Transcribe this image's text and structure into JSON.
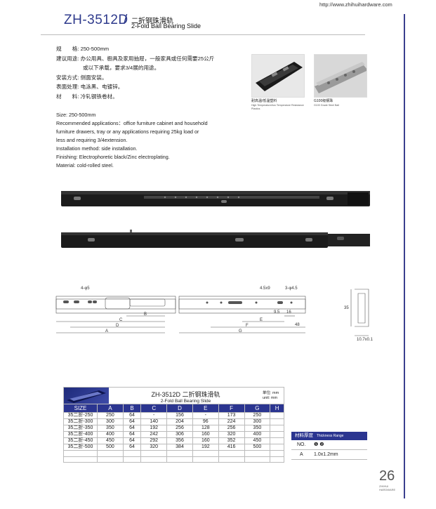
{
  "header": {
    "url": "http://www.zhihuihardware.com",
    "model": "ZH-3512D",
    "slash": "/",
    "title_cn": "二折钢珠滑轨",
    "title_en": "2-Fold Ball Bearing Slide"
  },
  "specs_cn": [
    "规　　格: 250-500mm",
    "建议用途: 办公用具、橱具及家用抽屉，一般家具或任何需要25公斤",
    "　　　　　或以下承载，要求3/4展的用途。",
    "安装方式: 侧面安装。",
    "表面处理: 电泳黑、电镀锌。",
    "材　　料: 冷轧钢铁卷材。"
  ],
  "specs_en": [
    "Size: 250-500mm",
    "Recommended applications：office furniture cabinet and household",
    "furniture drawers, tray or any applications requiring 25kg load or",
    "less and requiring 3/4extension.",
    "Installation method: side installation.",
    "Finishing: Electrophoretic black/Zinc electroplating.",
    "Material: cold-rolled steel."
  ],
  "photos": [
    {
      "caption_cn": "耐高温/低温塑料",
      "caption_en": "High Temperature/low Temperature Resistance Plastics"
    },
    {
      "caption_cn": "G100级钢珠",
      "caption_en": "G100 Grade Steel Ball"
    }
  ],
  "drawing": {
    "labels": {
      "holes_left": "4-φ5",
      "hole_a": "4.5x9",
      "hole_b": "3-φ4.5",
      "d95": "9.5",
      "d16": "16",
      "d48": "48",
      "d35": "35",
      "profile": "10.7x0.1",
      "A": "A",
      "B": "B",
      "C": "C",
      "D": "D",
      "E": "E",
      "F": "F",
      "G": "G"
    }
  },
  "table": {
    "title_cn": "ZH-3512D 二折钢珠滑轨",
    "title_en": "2-Fold Ball Bearing Slide",
    "unit_cn": "单位: mm",
    "unit_en": "unit: mm",
    "columns": [
      "SIZE",
      "A",
      "B",
      "C",
      "D",
      "E",
      "F",
      "G",
      "H"
    ],
    "rows": [
      [
        "35二折-250",
        "250",
        "64",
        "-",
        "156",
        "-",
        "173",
        "250",
        ""
      ],
      [
        "35二折-300",
        "300",
        "64",
        "140",
        "204",
        "96",
        "224",
        "300",
        ""
      ],
      [
        "35二折-350",
        "350",
        "64",
        "192",
        "256",
        "128",
        "256",
        "350",
        ""
      ],
      [
        "35二折-400",
        "400",
        "64",
        "242",
        "306",
        "160",
        "320",
        "400",
        ""
      ],
      [
        "35二折-450",
        "450",
        "64",
        "292",
        "356",
        "160",
        "352",
        "450",
        ""
      ],
      [
        "35二折-500",
        "500",
        "64",
        "320",
        "384",
        "192",
        "416",
        "500",
        ""
      ],
      [
        "",
        "",
        "",
        "",
        "",
        "",
        "",
        "",
        ""
      ],
      [
        "",
        "",
        "",
        "",
        "",
        "",
        "",
        "",
        ""
      ]
    ]
  },
  "thickness": {
    "head_cn": "材料厚度",
    "head_en": "Thickness Range",
    "no_label": "NO.",
    "no_vals": "❶ ❷",
    "row_label": "A",
    "row_val": "1.0x1.2mm"
  },
  "page": {
    "number": "26",
    "brand_cn": "ZHIHUI",
    "brand_en": "HARDWARE"
  }
}
